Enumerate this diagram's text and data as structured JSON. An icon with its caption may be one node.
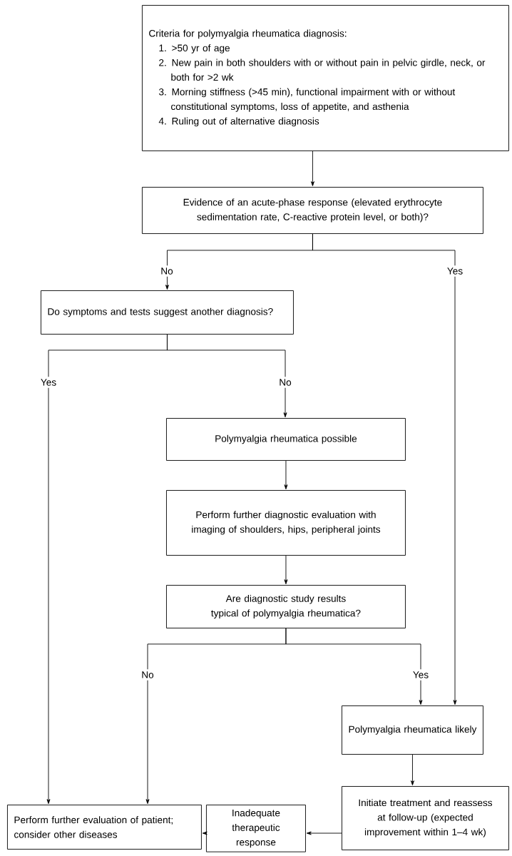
{
  "diagram": {
    "nodes": [
      {
        "text": [
          "Criteria for polymyalgia rheumatica diagnosis:",
          "1. >50 yr of age",
          "2. New pain in both shoulders with or without pain in pelvic girdle, neck, or both for >2 wk",
          "3. Morning stiffness (>45 min), functional impairment with or without constitutional symptoms, loss of appetite, and asthenia",
          "4. Ruling out of alternative diagnosis"
        ]
      },
      {
        "text": [
          "Evidence of an acute-phase response (elevated erythrocyte sedimentation rate, C-reactive protein level, or both)?"
        ]
      },
      {
        "text": [
          "Do symptoms and tests suggest another diagnosis?"
        ]
      },
      {
        "text": [
          "Polymyalgia rheumatica possible"
        ]
      },
      {
        "text": [
          "Perform further diagnostic evaluation with imaging of shoulders, hips, peripheral joints"
        ]
      },
      {
        "text": [
          "Are diagnostic study results typical of polymyalgia rheumatica?"
        ]
      },
      {
        "text": [
          "Polymyalgia rheumatica likely"
        ]
      },
      {
        "text": [
          "Perform further evaluation of patient; consider other diseases"
        ]
      },
      {
        "text": [
          "Inadequate therapeutic response"
        ]
      },
      {
        "text": [
          "Initiate treatment and reassess at follow-up (expected improvement within 1–4 wk)"
        ]
      }
    ],
    "edges": [
      {
        "from": 0,
        "to": 1,
        "arrow": "to"
      },
      {
        "from": 1,
        "to": 2,
        "arrow": "to",
        "label": "No"
      },
      {
        "from": 1,
        "to": 6,
        "arrow": "to",
        "label": "Yes"
      },
      {
        "from": 2,
        "to": 7,
        "arrow": "to",
        "label": "Yes"
      },
      {
        "from": 2,
        "to": 3,
        "arrow": "to",
        "label": "No"
      },
      {
        "from": 3,
        "to": 4,
        "arrow": "to"
      },
      {
        "from": 4,
        "to": 5,
        "arrow": "to"
      },
      {
        "from": 5,
        "to": 7,
        "arrow": "to",
        "label": "No"
      },
      {
        "from": 5,
        "to": 6,
        "arrow": "to",
        "label": "Yes"
      },
      {
        "from": 6,
        "to": 9,
        "arrow": "to"
      },
      {
        "from": 9,
        "to": 8,
        "arrow": "to"
      },
      {
        "from": 8,
        "to": 7,
        "arrow": "to"
      }
    ]
  }
}
